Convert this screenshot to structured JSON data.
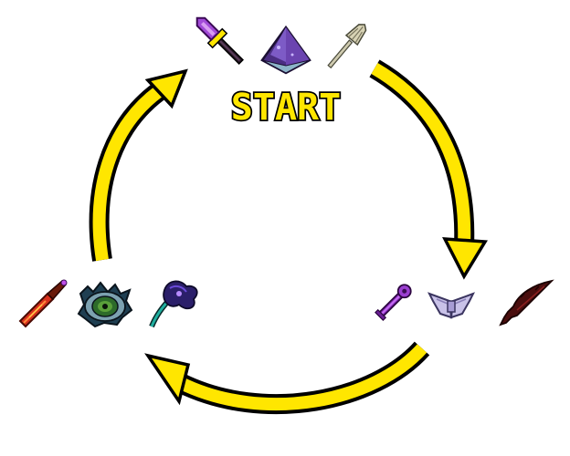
{
  "start_label": "START",
  "colors": {
    "arrow_fill": "#ffe600",
    "arrow_outline": "#000000",
    "background": "#ffffff"
  },
  "groups": [
    {
      "position": "top",
      "items": [
        {
          "icon": "purple-dagger-icon"
        },
        {
          "icon": "amethyst-pyramid-crystal-icon"
        },
        {
          "icon": "bone-wand-icon"
        }
      ]
    },
    {
      "position": "bottom-right",
      "items": [
        {
          "icon": "purple-arrow-wand-icon"
        },
        {
          "icon": "silver-wing-emblem-icon"
        },
        {
          "icon": "dark-crimson-blade-icon"
        }
      ]
    },
    {
      "position": "bottom-left",
      "items": [
        {
          "icon": "red-crystal-staff-icon"
        },
        {
          "icon": "green-eye-orb-icon"
        },
        {
          "icon": "teal-flower-staff-icon"
        }
      ]
    }
  ]
}
